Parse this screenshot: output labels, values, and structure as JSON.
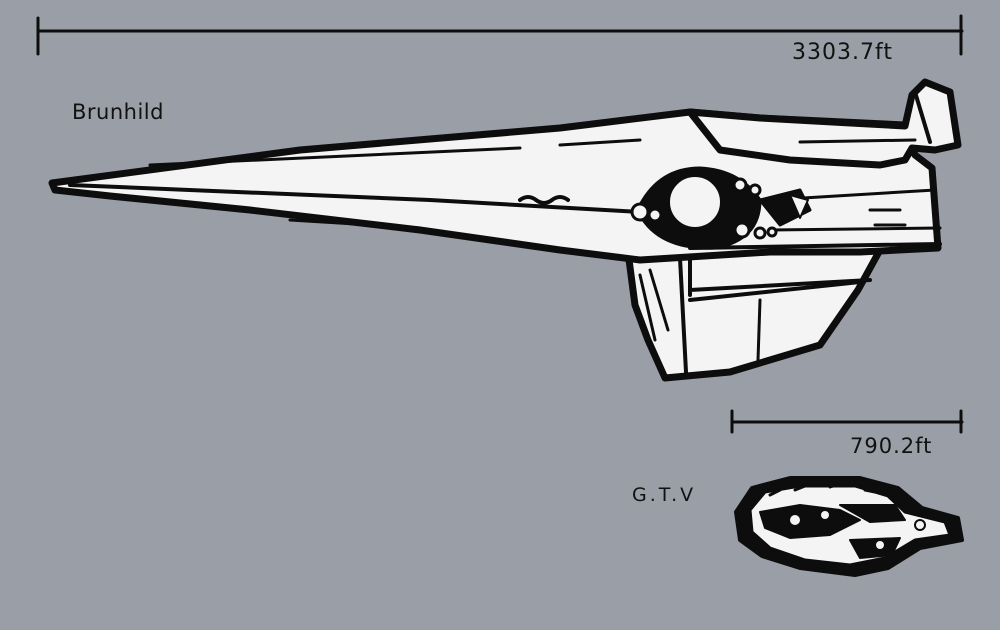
{
  "ships": [
    {
      "name": "Brunhild",
      "length_label": "3303.7ft",
      "length_ft": 3303.7
    },
    {
      "name": "G.T.V",
      "length_label": "790.2ft",
      "length_ft": 790.2
    }
  ],
  "colors": {
    "background": "#9a9ea7",
    "ink": "#0d0d0d",
    "hull": "#f4f4f4",
    "shade": "#d9d9d9"
  }
}
